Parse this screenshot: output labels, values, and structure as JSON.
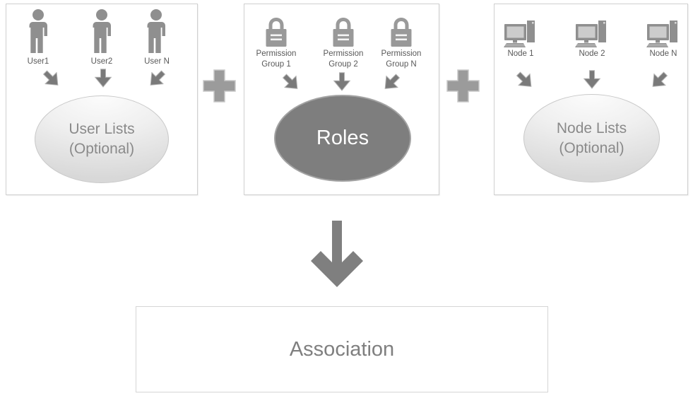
{
  "groups": {
    "users": {
      "items": [
        {
          "label": "User1"
        },
        {
          "label": "User2"
        },
        {
          "label": "User N"
        }
      ],
      "ellipse": {
        "line1": "User Lists",
        "line2": "(Optional)"
      }
    },
    "permissions": {
      "items": [
        {
          "line1": "Permission",
          "line2": "Group 1"
        },
        {
          "line1": "Permission",
          "line2": "Group 2"
        },
        {
          "line1": "Permission",
          "line2": "Group N"
        }
      ],
      "ellipse": {
        "label": "Roles"
      }
    },
    "nodes": {
      "items": [
        {
          "label": "Node 1"
        },
        {
          "label": "Node 2"
        },
        {
          "label": "Node N"
        }
      ],
      "ellipse": {
        "line1": "Node Lists",
        "line2": "(Optional)"
      }
    }
  },
  "operators": {
    "left": "+",
    "right": "+"
  },
  "result": {
    "label": "Association"
  },
  "icons": [
    "user-icon",
    "padlock-icon",
    "computer-icon",
    "small-down-arrow-icon",
    "plus-icon",
    "big-down-arrow-icon"
  ],
  "colors": {
    "icon_gray": "#8f8f8f",
    "arrow_gray": "#7a7a7a",
    "plus_gray": "#9b9b9b",
    "dark_ellipse_fill": "#7e7e7e",
    "dark_ellipse_text": "#ffffff",
    "light_ellipse_text": "#8a8a8a",
    "item_label_text": "#595959",
    "result_text": "#7f7f7f",
    "box_border": "#cfcfcf"
  }
}
